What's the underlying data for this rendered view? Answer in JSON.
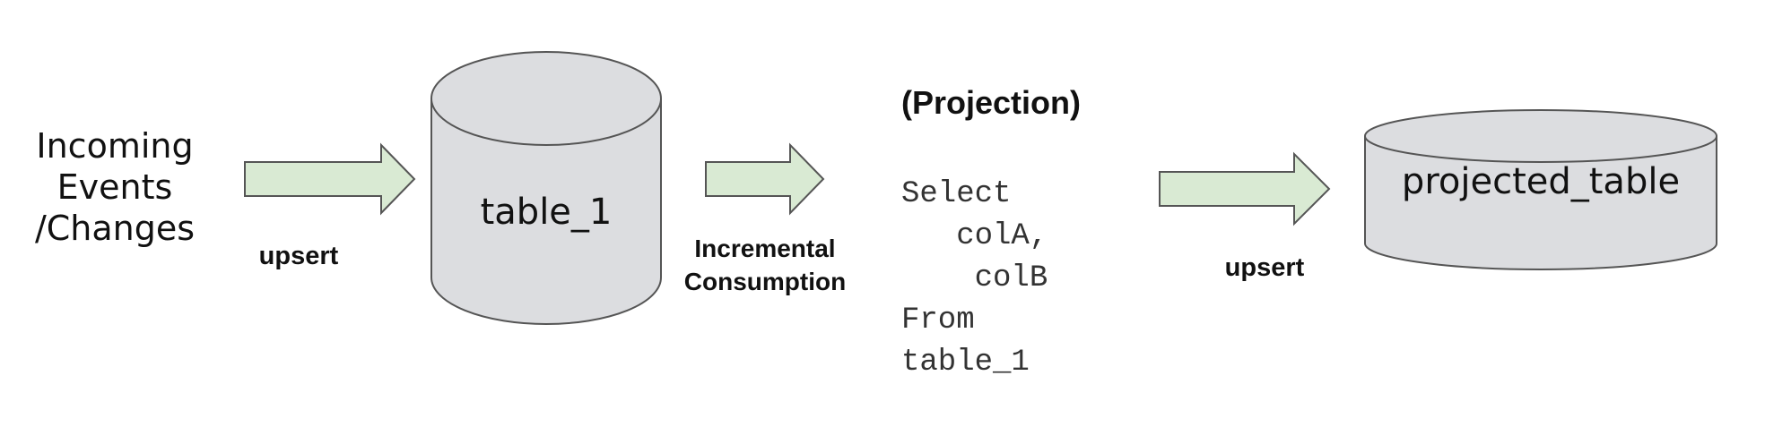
{
  "source": {
    "lines": [
      "Incoming",
      "Events",
      "/Changes"
    ]
  },
  "arrow_upsert_1": {
    "label": "upsert"
  },
  "table_1": {
    "label": "table_1"
  },
  "arrow_consume": {
    "label_lines": [
      "Incremental",
      "Consumption"
    ]
  },
  "projection": {
    "title": "(Projection)",
    "code_lines": [
      "Select",
      "   colA,",
      "    colB",
      "From",
      "table_1"
    ]
  },
  "arrow_upsert_2": {
    "label": "upsert"
  },
  "projected_table": {
    "label": "projected_table"
  },
  "colors": {
    "cylinder_fill": "#dcdde0",
    "arrow_fill": "#d9ead3",
    "stroke": "#555555",
    "text": "#111111",
    "code_text": "#333333"
  }
}
